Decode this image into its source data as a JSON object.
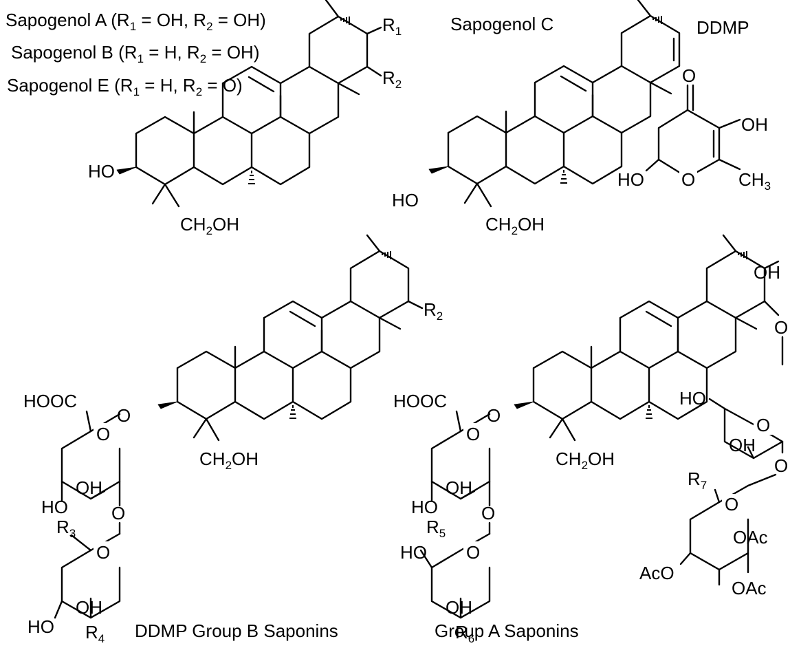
{
  "legend": {
    "sapogenol_a": {
      "name": "Sapogenol A",
      "r1": "OH",
      "r2": "OH"
    },
    "sapogenol_b": {
      "name": "Sapogenol B",
      "r1": "H",
      "r2": "OH"
    },
    "sapogenol_e": {
      "name": "Sapogenol E",
      "r1": "H",
      "r2": "O"
    }
  },
  "captions": {
    "sapogenol_c": "Sapogenol C",
    "ddmp": "DDMP",
    "group_b": "DDMP Group B Saponins",
    "group_a": "Group A Saponins"
  },
  "labels": {
    "ho": "HO",
    "oh": "OH",
    "o": "O",
    "ch2oh_head": "CH",
    "ch2oh_tail": "OH",
    "ch3_head": "CH",
    "sub2": "2",
    "sub3": "3",
    "hooc": "HOOC",
    "oac": "OAc",
    "aco": "AcO",
    "r": "R",
    "r1": "1",
    "r2": "2",
    "r3": "3",
    "r4": "4",
    "r5": "5",
    "r6": "6",
    "r7": "7"
  }
}
